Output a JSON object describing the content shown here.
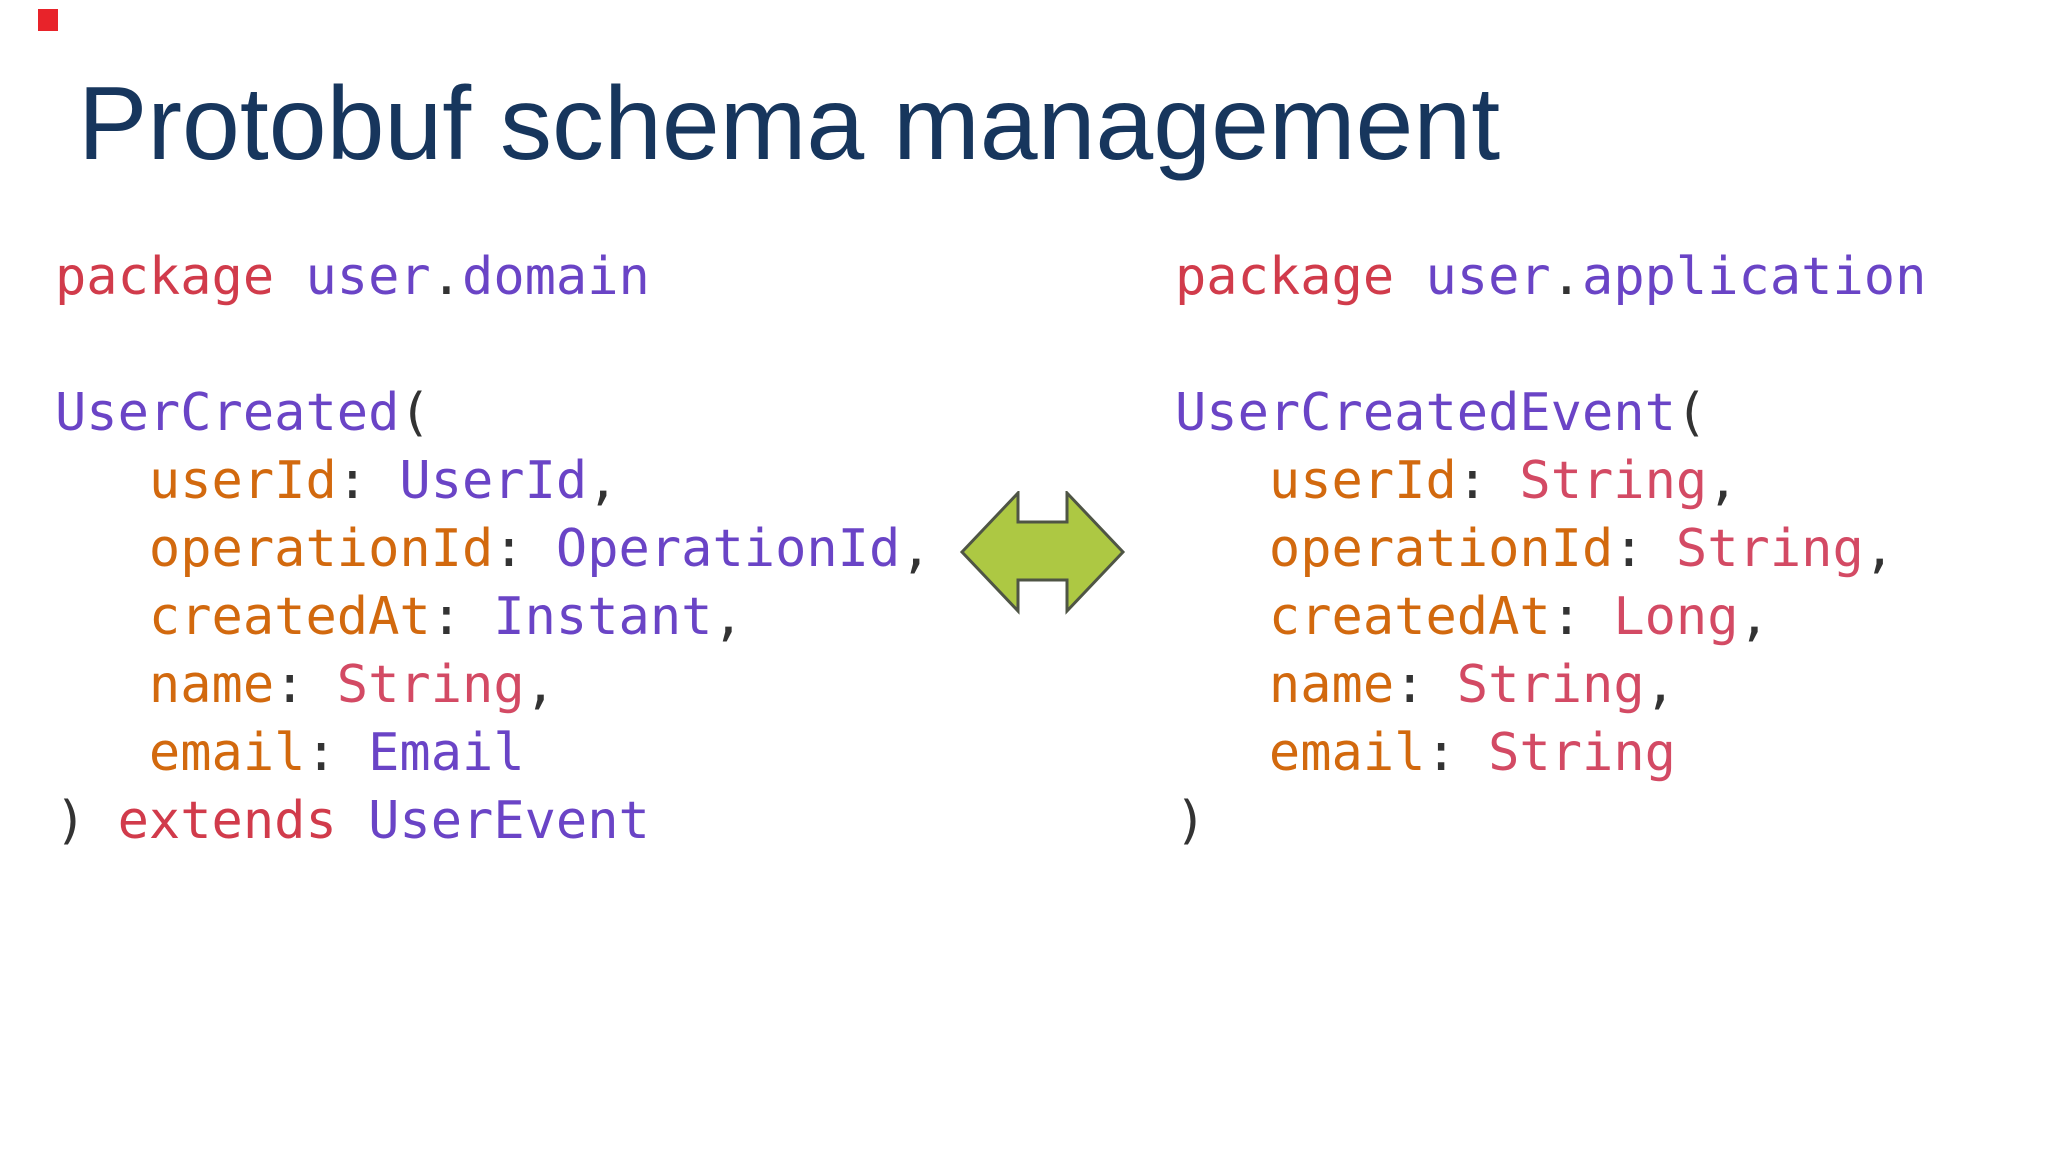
{
  "title": "Protobuf schema management",
  "colors": {
    "title": "#17365d",
    "kw": "#d13b4b",
    "typ": "#6a44c6",
    "fld": "#d2690e",
    "str": "#d34a64",
    "pun": "#333333",
    "arrow-fill": "#adc843",
    "arrow-stroke": "#4f5545",
    "marker": "#e8232a",
    "bg": "#ffffff"
  },
  "icons": {
    "arrow": "bidirectional-arrow",
    "marker": "red-recording-marker"
  },
  "code_blocks": [
    {
      "name": "domain-schema",
      "lines": [
        [
          {
            "c": "kw",
            "t": "package"
          },
          {
            "c": "pln",
            "t": " "
          },
          {
            "c": "typ",
            "t": "user"
          },
          {
            "c": "pun",
            "t": "."
          },
          {
            "c": "typ",
            "t": "domain"
          }
        ],
        [],
        [
          {
            "c": "typ",
            "t": "UserCreated"
          },
          {
            "c": "pun",
            "t": "("
          }
        ],
        [
          {
            "c": "pln",
            "t": "   "
          },
          {
            "c": "fld",
            "t": "userId"
          },
          {
            "c": "pun",
            "t": ":"
          },
          {
            "c": "pln",
            "t": " "
          },
          {
            "c": "typ",
            "t": "UserId"
          },
          {
            "c": "pun",
            "t": ","
          }
        ],
        [
          {
            "c": "pln",
            "t": "   "
          },
          {
            "c": "fld",
            "t": "operationId"
          },
          {
            "c": "pun",
            "t": ":"
          },
          {
            "c": "pln",
            "t": " "
          },
          {
            "c": "typ",
            "t": "OperationId"
          },
          {
            "c": "pun",
            "t": ","
          }
        ],
        [
          {
            "c": "pln",
            "t": "   "
          },
          {
            "c": "fld",
            "t": "createdAt"
          },
          {
            "c": "pun",
            "t": ":"
          },
          {
            "c": "pln",
            "t": " "
          },
          {
            "c": "typ",
            "t": "Instant"
          },
          {
            "c": "pun",
            "t": ","
          }
        ],
        [
          {
            "c": "pln",
            "t": "   "
          },
          {
            "c": "fld",
            "t": "name"
          },
          {
            "c": "pun",
            "t": ":"
          },
          {
            "c": "pln",
            "t": " "
          },
          {
            "c": "str",
            "t": "String"
          },
          {
            "c": "pun",
            "t": ","
          }
        ],
        [
          {
            "c": "pln",
            "t": "   "
          },
          {
            "c": "fld",
            "t": "email"
          },
          {
            "c": "pun",
            "t": ":"
          },
          {
            "c": "pln",
            "t": " "
          },
          {
            "c": "typ",
            "t": "Email"
          }
        ],
        [
          {
            "c": "pun",
            "t": ")"
          },
          {
            "c": "pln",
            "t": " "
          },
          {
            "c": "kw",
            "t": "extends"
          },
          {
            "c": "pln",
            "t": " "
          },
          {
            "c": "typ",
            "t": "UserEvent"
          }
        ]
      ]
    },
    {
      "name": "application-schema",
      "lines": [
        [
          {
            "c": "kw",
            "t": "package"
          },
          {
            "c": "pln",
            "t": " "
          },
          {
            "c": "typ",
            "t": "user"
          },
          {
            "c": "pun",
            "t": "."
          },
          {
            "c": "typ",
            "t": "application"
          }
        ],
        [],
        [
          {
            "c": "typ",
            "t": "UserCreatedEvent"
          },
          {
            "c": "pun",
            "t": "("
          }
        ],
        [
          {
            "c": "pln",
            "t": "   "
          },
          {
            "c": "fld",
            "t": "userId"
          },
          {
            "c": "pun",
            "t": ":"
          },
          {
            "c": "pln",
            "t": " "
          },
          {
            "c": "str",
            "t": "String"
          },
          {
            "c": "pun",
            "t": ","
          }
        ],
        [
          {
            "c": "pln",
            "t": "   "
          },
          {
            "c": "fld",
            "t": "operationId"
          },
          {
            "c": "pun",
            "t": ":"
          },
          {
            "c": "pln",
            "t": " "
          },
          {
            "c": "str",
            "t": "String"
          },
          {
            "c": "pun",
            "t": ","
          }
        ],
        [
          {
            "c": "pln",
            "t": "   "
          },
          {
            "c": "fld",
            "t": "createdAt"
          },
          {
            "c": "pun",
            "t": ":"
          },
          {
            "c": "pln",
            "t": " "
          },
          {
            "c": "str",
            "t": "Long"
          },
          {
            "c": "pun",
            "t": ","
          }
        ],
        [
          {
            "c": "pln",
            "t": "   "
          },
          {
            "c": "fld",
            "t": "name"
          },
          {
            "c": "pun",
            "t": ":"
          },
          {
            "c": "pln",
            "t": " "
          },
          {
            "c": "str",
            "t": "String"
          },
          {
            "c": "pun",
            "t": ","
          }
        ],
        [
          {
            "c": "pln",
            "t": "   "
          },
          {
            "c": "fld",
            "t": "email"
          },
          {
            "c": "pun",
            "t": ":"
          },
          {
            "c": "pln",
            "t": " "
          },
          {
            "c": "str",
            "t": "String"
          }
        ],
        [
          {
            "c": "pun",
            "t": ")"
          }
        ]
      ]
    }
  ]
}
